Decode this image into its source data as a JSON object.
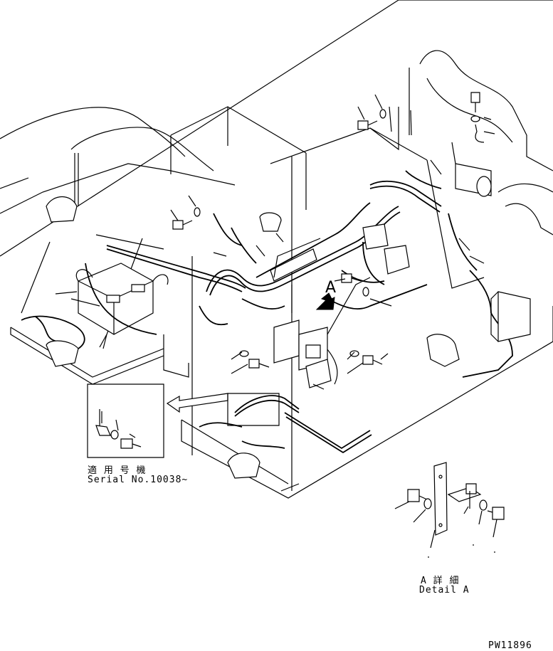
{
  "labels": {
    "section_a": "A",
    "serial_jp": "適 用 号 機",
    "serial_en": "Serial No.10038~",
    "detail_jp": "A 詳 細",
    "detail_en": "Detail A",
    "drawing_no": "PW11896"
  },
  "icons": {
    "arrow": "arrow-icon",
    "bolt": "bolt-icon",
    "washer": "washer-icon",
    "battery": "battery-icon",
    "lamp": "lamp-icon",
    "clamp": "clamp-icon"
  },
  "colors": {
    "line": "#000000",
    "background": "#ffffff"
  }
}
